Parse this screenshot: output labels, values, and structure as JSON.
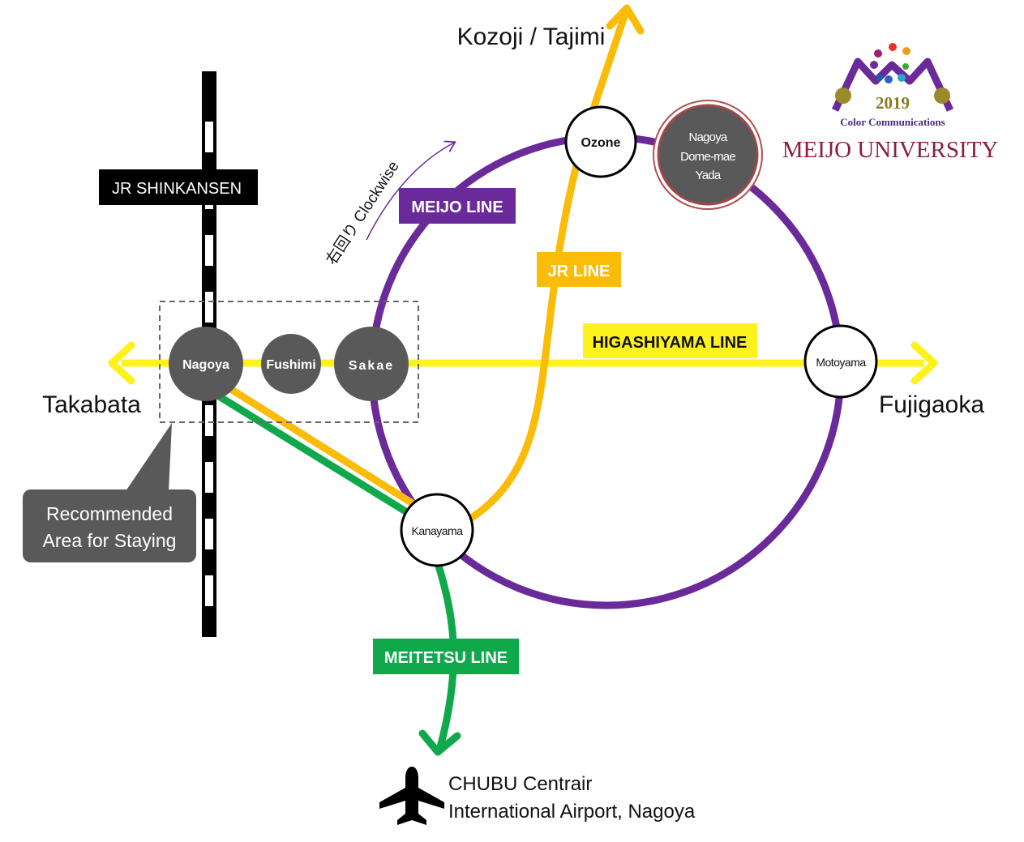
{
  "colors": {
    "meijo_line": "#6a2a9a",
    "jr_line": "#fbbc08",
    "higashiyama_line": "#fdf21c",
    "meitetsu_line": "#0fa84a",
    "station_dark": "#595959",
    "shinkansen": "#000000"
  },
  "lines": {
    "shinkansen_label": "JR  SHINKANSEN",
    "meijo_label": "MEIJO LINE",
    "jr_label": "JR LINE",
    "higashiyama_label": "HIGASHIYAMA LINE",
    "meitetsu_label": "MEITETSU LINE",
    "clockwise_label": "右回り Clockwise"
  },
  "stations": {
    "nagoya": "Nagoya",
    "fushimi": "Fushimi",
    "sakae": "Sakae",
    "ozone": "Ozone",
    "dome_line1": "Nagoya",
    "dome_line2": "Dome-mae",
    "dome_line3": "Yada",
    "motoyama": "Motoyama",
    "kanayama": "Kanayama"
  },
  "destinations": {
    "north": "Kozoji / Tajimi",
    "west": "Takabata",
    "east": "Fujigaoka",
    "airport_line1": "CHUBU Centrair",
    "airport_line2": "International Airport, Nagoya"
  },
  "callout": {
    "line1": "Recommended",
    "line2": "Area for Staying"
  },
  "logo": {
    "year": "2019",
    "subtitle": "Color Communications",
    "university": "MEIJO  UNIVERSITY"
  },
  "icons": {
    "airport": "airplane-icon"
  }
}
